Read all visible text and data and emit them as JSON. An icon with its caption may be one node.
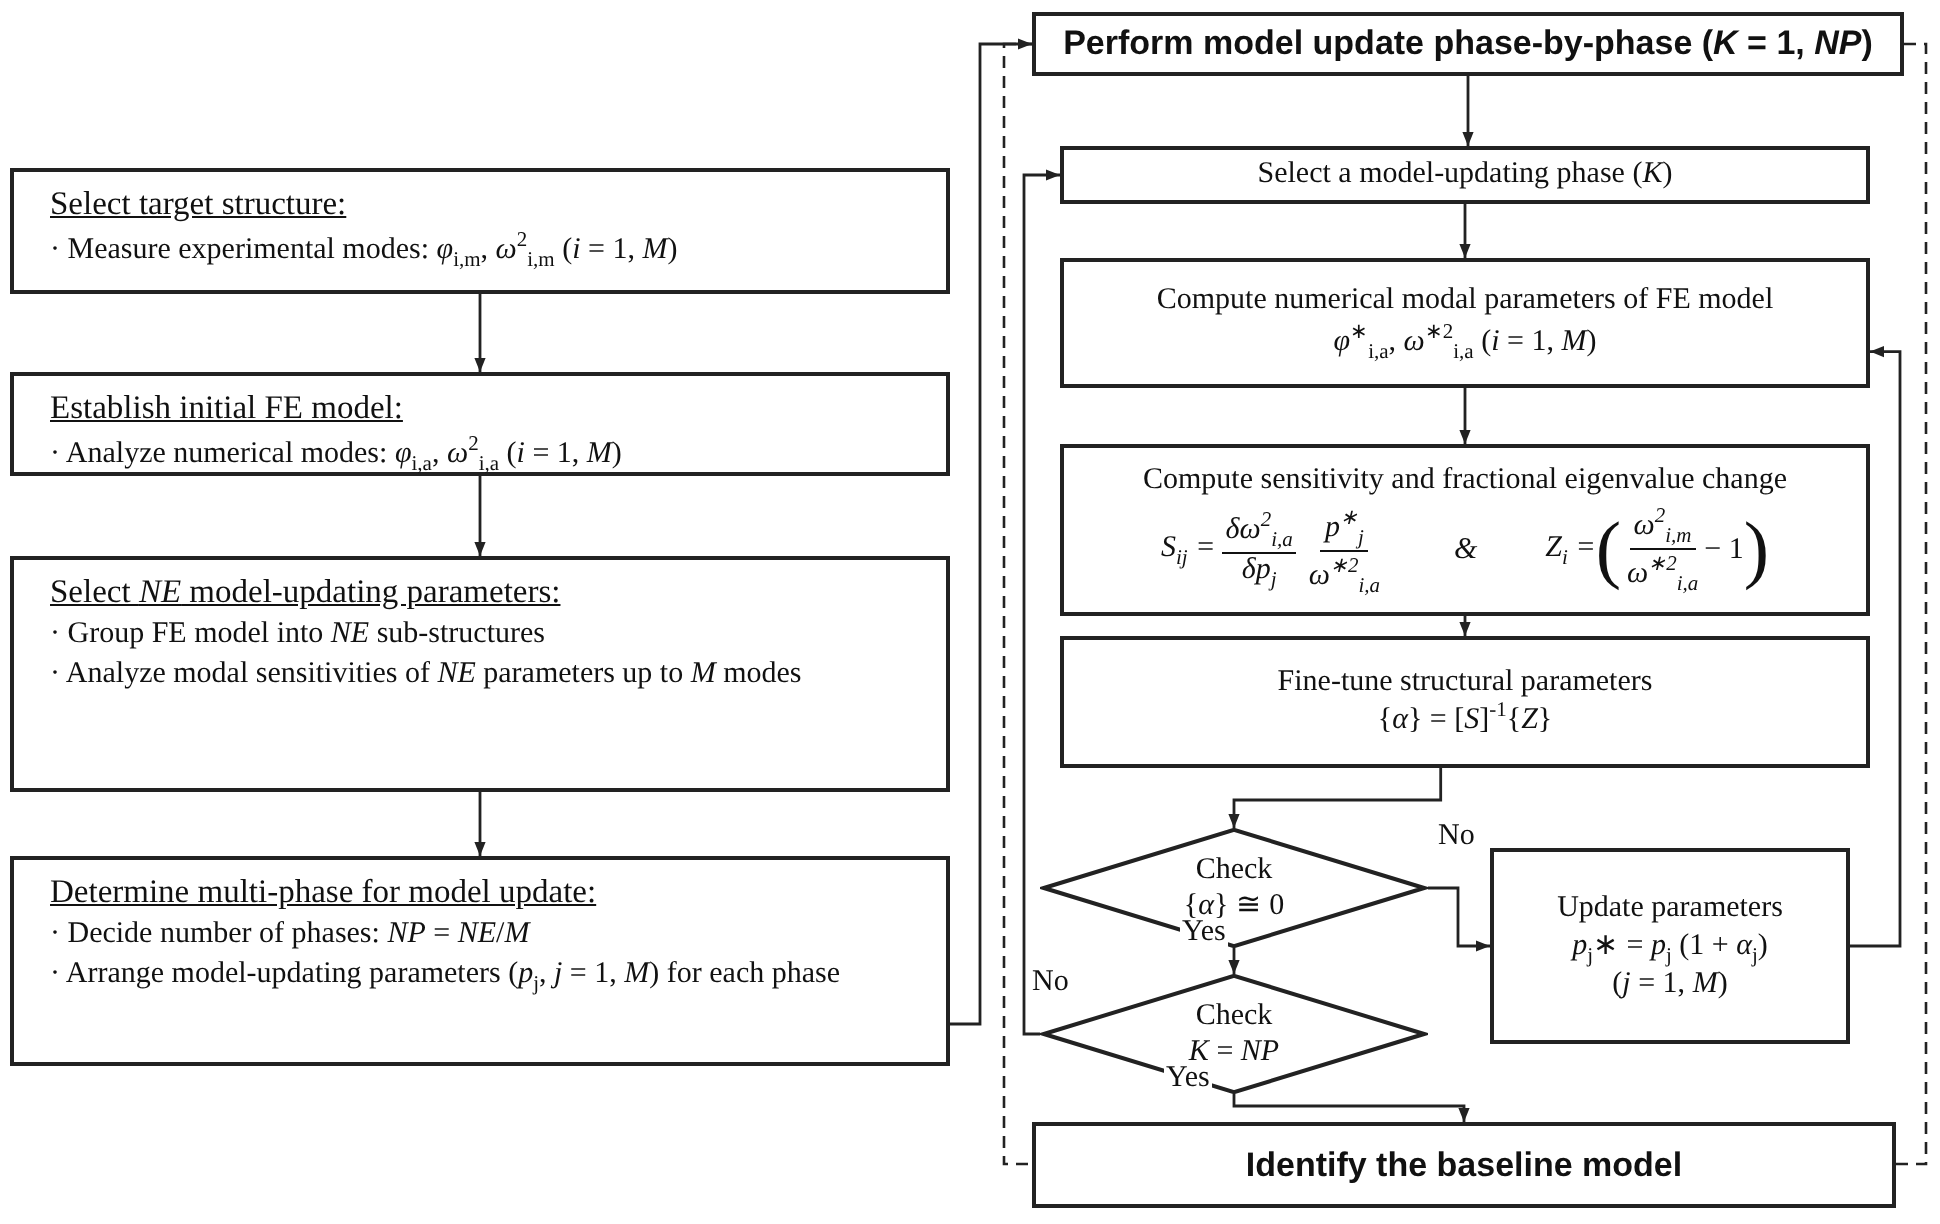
{
  "diagram": {
    "nodes": [
      {
        "text": [
          "Select target structure:",
          "· Measure experimental modes: *φ*$_{i,m}$, *ω*$^{2}$$_{i,m}$ (*i* = 1, *M*)"
        ]
      },
      {
        "text": [
          "Establish initial FE model:",
          "· Analyze numerical modes: *φ*$_{i,a}$, *ω*$^{2}$$_{i,a}$ (*i* = 1, *M*)"
        ]
      },
      {
        "text": [
          "Select *NE* model-updating parameters:",
          "· Group FE model into *NE* sub-structures",
          "· Analyze modal sensitivities of *NE* parameters up to *M* modes"
        ]
      },
      {
        "text": [
          "Determine multi-phase for model update:",
          "· Decide number of phases: *NP* = *NE*/*M*",
          "· Arrange model-updating parameters (*p*$_{j}$, *j* = 1, *M*) for each phase"
        ]
      },
      {
        "text": [
          "Perform model update phase-by-phase (*K* = 1, *NP*)"
        ]
      },
      {
        "text": [
          "Select a model-updating phase (*K*)"
        ]
      },
      {
        "text": [
          "Compute numerical modal parameters of FE model",
          "*φ*$^{∗}$$_{i,a}$, *ω*$^{∗2}$$_{i,a}$ (*i* = 1, *M*)"
        ]
      },
      {
        "text": [
          "Compute sensitivity and fractional eigenvalue change",
          "S$_{ij}$ =",
          "δω$^{2}$$_{i,a}$",
          "δp$_{j}$",
          "p$^{∗}$$_{j}$",
          "ω$^{∗2}$$_{i,a}$",
          "&",
          "Z$_{i}$ =",
          "(",
          "ω$^{2}$$_{i,m}$",
          "ω$^{∗2}$$_{i,a}$",
          "− 1",
          ")"
        ]
      },
      {
        "text": [
          "Fine-tune structural parameters",
          "{*α*} = [*S*]$^{-1}${*Z*}"
        ]
      },
      {
        "text": [
          "Check",
          "{*α*} ≅ 0"
        ]
      },
      {
        "text": [
          "Update parameters",
          "*p*$_{j}$∗ = *p*$_{j}$ (1 + *α*$_{j}$)",
          "(*j* = 1, *M*)"
        ]
      },
      {
        "text": [
          "Check",
          "*K* = *NP*"
        ]
      },
      {
        "text": [
          "Identify the baseline model"
        ]
      }
    ],
    "edges": [
      {
        "from": 0,
        "to": 1,
        "arrow": "to"
      },
      {
        "from": 1,
        "to": 2,
        "arrow": "to"
      },
      {
        "from": 2,
        "to": 3,
        "arrow": "to"
      },
      {
        "from": 3,
        "to": 4,
        "arrow": "to"
      },
      {
        "from": 4,
        "to": 5,
        "arrow": "to"
      },
      {
        "from": 5,
        "to": 6,
        "arrow": "to"
      },
      {
        "from": 6,
        "to": 7,
        "arrow": "to"
      },
      {
        "from": 7,
        "to": 8,
        "arrow": "to"
      },
      {
        "from": 8,
        "to": 9,
        "arrow": "to"
      },
      {
        "from": 9,
        "to": 10,
        "arrow": "to",
        "label": "No"
      },
      {
        "from": 10,
        "to": 6,
        "arrow": "to"
      },
      {
        "from": 9,
        "to": 11,
        "arrow": "to",
        "label": "Yes"
      },
      {
        "from": 11,
        "to": 5,
        "arrow": "to",
        "label": "No"
      },
      {
        "from": 11,
        "to": 12,
        "arrow": "to",
        "label": "Yes"
      }
    ]
  }
}
